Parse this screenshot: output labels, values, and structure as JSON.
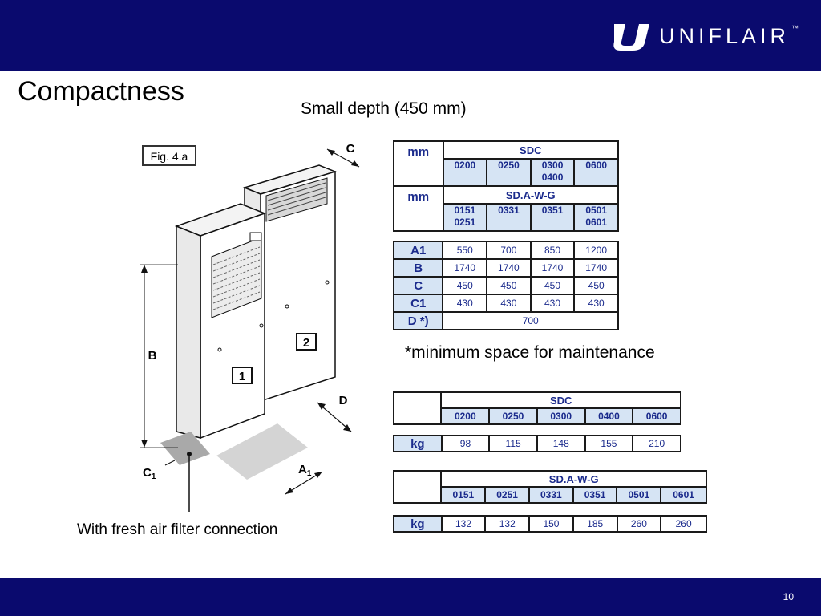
{
  "brand": {
    "name": "UNIFLAIR",
    "tm": "™"
  },
  "title": "Compactness",
  "subtitle": "Small depth (450 mm)",
  "figure": {
    "fig_label": "Fig. 4.a",
    "unit1": "1",
    "unit2": "2",
    "dims": {
      "b": "B",
      "c": "C",
      "c1": "C",
      "c1_sub": "1",
      "a1": "A",
      "a1_sub": "1",
      "d": "D"
    }
  },
  "caption": "With fresh air filter connection",
  "note": "*minimum space for maintenance",
  "page_number": "10",
  "dim_table": {
    "mm": "mm",
    "sdc_label": "SDC",
    "sdc_codes": [
      "0200",
      "0250",
      "0300\n0400",
      "0600"
    ],
    "sdaw_label": "SD.A-W-G",
    "sdaw_codes": [
      "0151\n0251",
      "0331",
      "0351",
      "0501\n0601"
    ],
    "rows": [
      {
        "label": "A1",
        "values": [
          "550",
          "700",
          "850",
          "1200"
        ]
      },
      {
        "label": "B",
        "values": [
          "1740",
          "1740",
          "1740",
          "1740"
        ]
      },
      {
        "label": "C",
        "values": [
          "450",
          "450",
          "450",
          "450"
        ]
      },
      {
        "label": "C1",
        "values": [
          "430",
          "430",
          "430",
          "430"
        ]
      }
    ],
    "d_row": {
      "label": "D *)",
      "value": "700"
    }
  },
  "sdc_weight_table": {
    "label": "SDC",
    "codes": [
      "0200",
      "0250",
      "0300",
      "0400",
      "0600"
    ],
    "kg": "kg",
    "values": [
      "98",
      "115",
      "148",
      "155",
      "210"
    ]
  },
  "sdaw_weight_table": {
    "label": "SD.A-W-G",
    "codes": [
      "0151",
      "0251",
      "0331",
      "0351",
      "0501",
      "0601"
    ],
    "kg": "kg",
    "values": [
      "132",
      "132",
      "150",
      "185",
      "260",
      "260"
    ]
  }
}
